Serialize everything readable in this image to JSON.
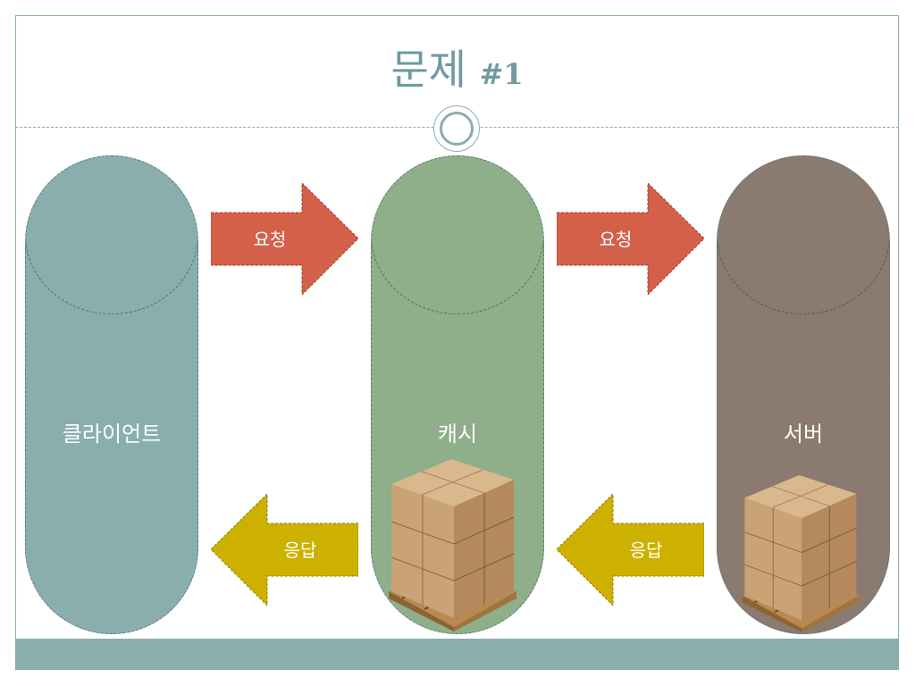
{
  "slide": {
    "title_main": "문제",
    "title_hash": "#1"
  },
  "nodes": [
    {
      "id": "client",
      "label": "클라이언트",
      "color": "#8aaeae"
    },
    {
      "id": "cache",
      "label": "캐시",
      "color": "#8fae8a"
    },
    {
      "id": "server",
      "label": "서버",
      "color": "#8a7a70"
    }
  ],
  "arrows": {
    "request_label": "요청",
    "response_label": "응답",
    "request_color": "#d4604a",
    "response_color": "#cdb100"
  },
  "icons": {
    "crate": "boxes-on-pallet-icon"
  }
}
